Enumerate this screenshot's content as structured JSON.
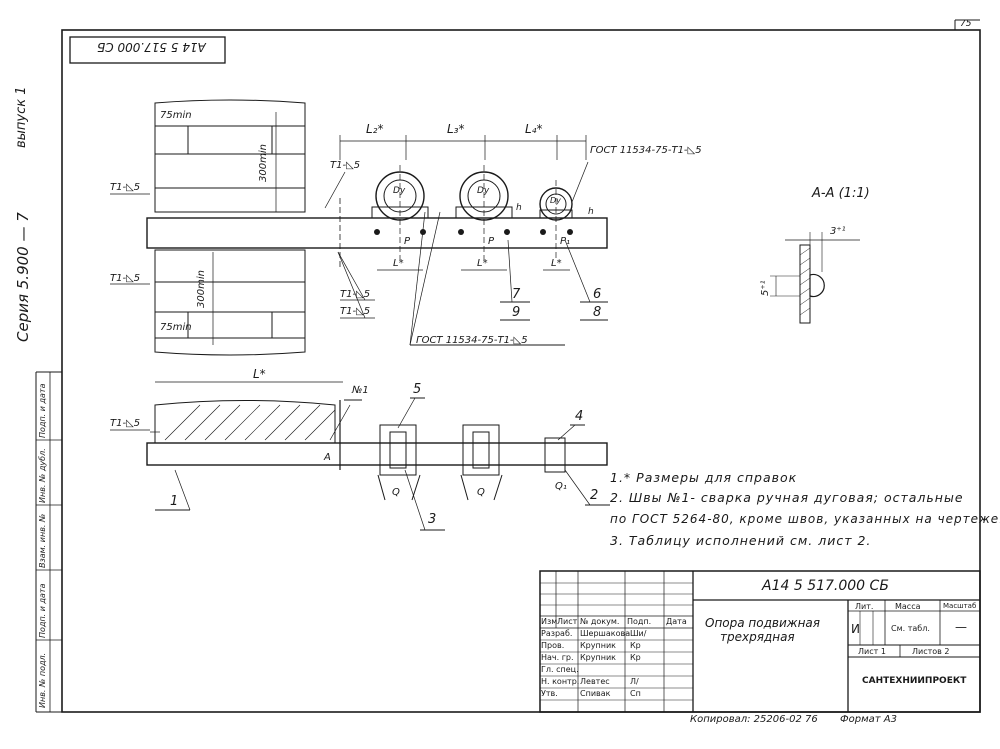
{
  "sheet_number": "75",
  "top_stamp": "А14 5 517.000 СБ",
  "side": {
    "issue": "выпуск 1",
    "series": "Серия   5.900 — 7",
    "boxes": [
      "Подп. и дата",
      "Инв. № дубл.",
      "Взам. инв. №",
      "Подп. и дата",
      "Инв. № подл."
    ]
  },
  "dims": {
    "l2": "L₂*",
    "l3": "L₃*",
    "l4": "L₄*",
    "l_total": "L*",
    "l_p1": "L*",
    "l_p2": "L*",
    "l_p3": "L*",
    "min75_top": "75min",
    "min75_bot": "75min",
    "min300_top": "300min",
    "min300_bot": "300min",
    "weld_a": "Т1-◺5",
    "weld_b": "Т1-◺5",
    "weld_c": "Т1-◺5",
    "weld_d": "Т1-◺5",
    "weld_e": "Т1-◺5",
    "weld_f": "Т1-◺5",
    "gost_top": "ГОСТ 11534-75-Т1-◺5",
    "gost_bottom": "ГОСТ 11534-75-Т1-◺5",
    "weld_no": "№1",
    "dy1": "Dy",
    "dy2": "Dy",
    "dy3": "Dy",
    "p1": "P",
    "p2": "P",
    "p3": "P₁",
    "h1": "h",
    "h2": "h",
    "q1": "Q",
    "q2": "Q",
    "q3": "Q₁",
    "sec_a": "A"
  },
  "section": {
    "title": "А-А (1:1)",
    "dim_h": "3⁺¹",
    "dim_v": "5⁺¹"
  },
  "callouts": [
    "7",
    "9",
    "6",
    "8",
    "1",
    "2",
    "3",
    "4",
    "5"
  ],
  "notes": [
    "1.* Размеры  для  справок",
    "2. Швы  №1- сварка  ручная  дуговая;  остальные",
    "по  ГОСТ 5264-80,  кроме  швов,  указанных  на  чертеже.",
    "3. Таблицу   исполнений   см.  лист 2."
  ],
  "title_block": {
    "doc_code": "А14 5 517.000 СБ",
    "name_line1": "Опора  подвижная",
    "name_line2": "трехрядная",
    "header_cols": [
      "Изм",
      "Лист",
      "№ докум.",
      "Подп.",
      "Дата"
    ],
    "roles": [
      {
        "role": "Разраб.",
        "name": "Шершакова",
        "sig": "Ши/"
      },
      {
        "role": "Пров.",
        "name": "Крупник",
        "sig": "Кр"
      },
      {
        "role": "Нач. гр.",
        "name": "Крупник",
        "sig": "Кр"
      },
      {
        "role": "Гл. спец.",
        "name": "",
        "sig": ""
      },
      {
        "role": "Н. контр.",
        "name": "Левтес",
        "sig": "Л/"
      },
      {
        "role": "Утв.",
        "name": "Спивак",
        "sig": "Сп"
      }
    ],
    "lit_label": "Лит.",
    "lit_value": "И",
    "mass_label": "Масса",
    "mass_value": "См. табл.",
    "scale_label": "Масштаб",
    "scale_value": "—",
    "sheet_label": "Лист 1",
    "sheets_label": "Листов 2",
    "org": "САНТЕХНИИПРОЕКТ"
  },
  "footer": {
    "copied": "Копировал:  25206-02  76",
    "format": "Формат А3"
  }
}
